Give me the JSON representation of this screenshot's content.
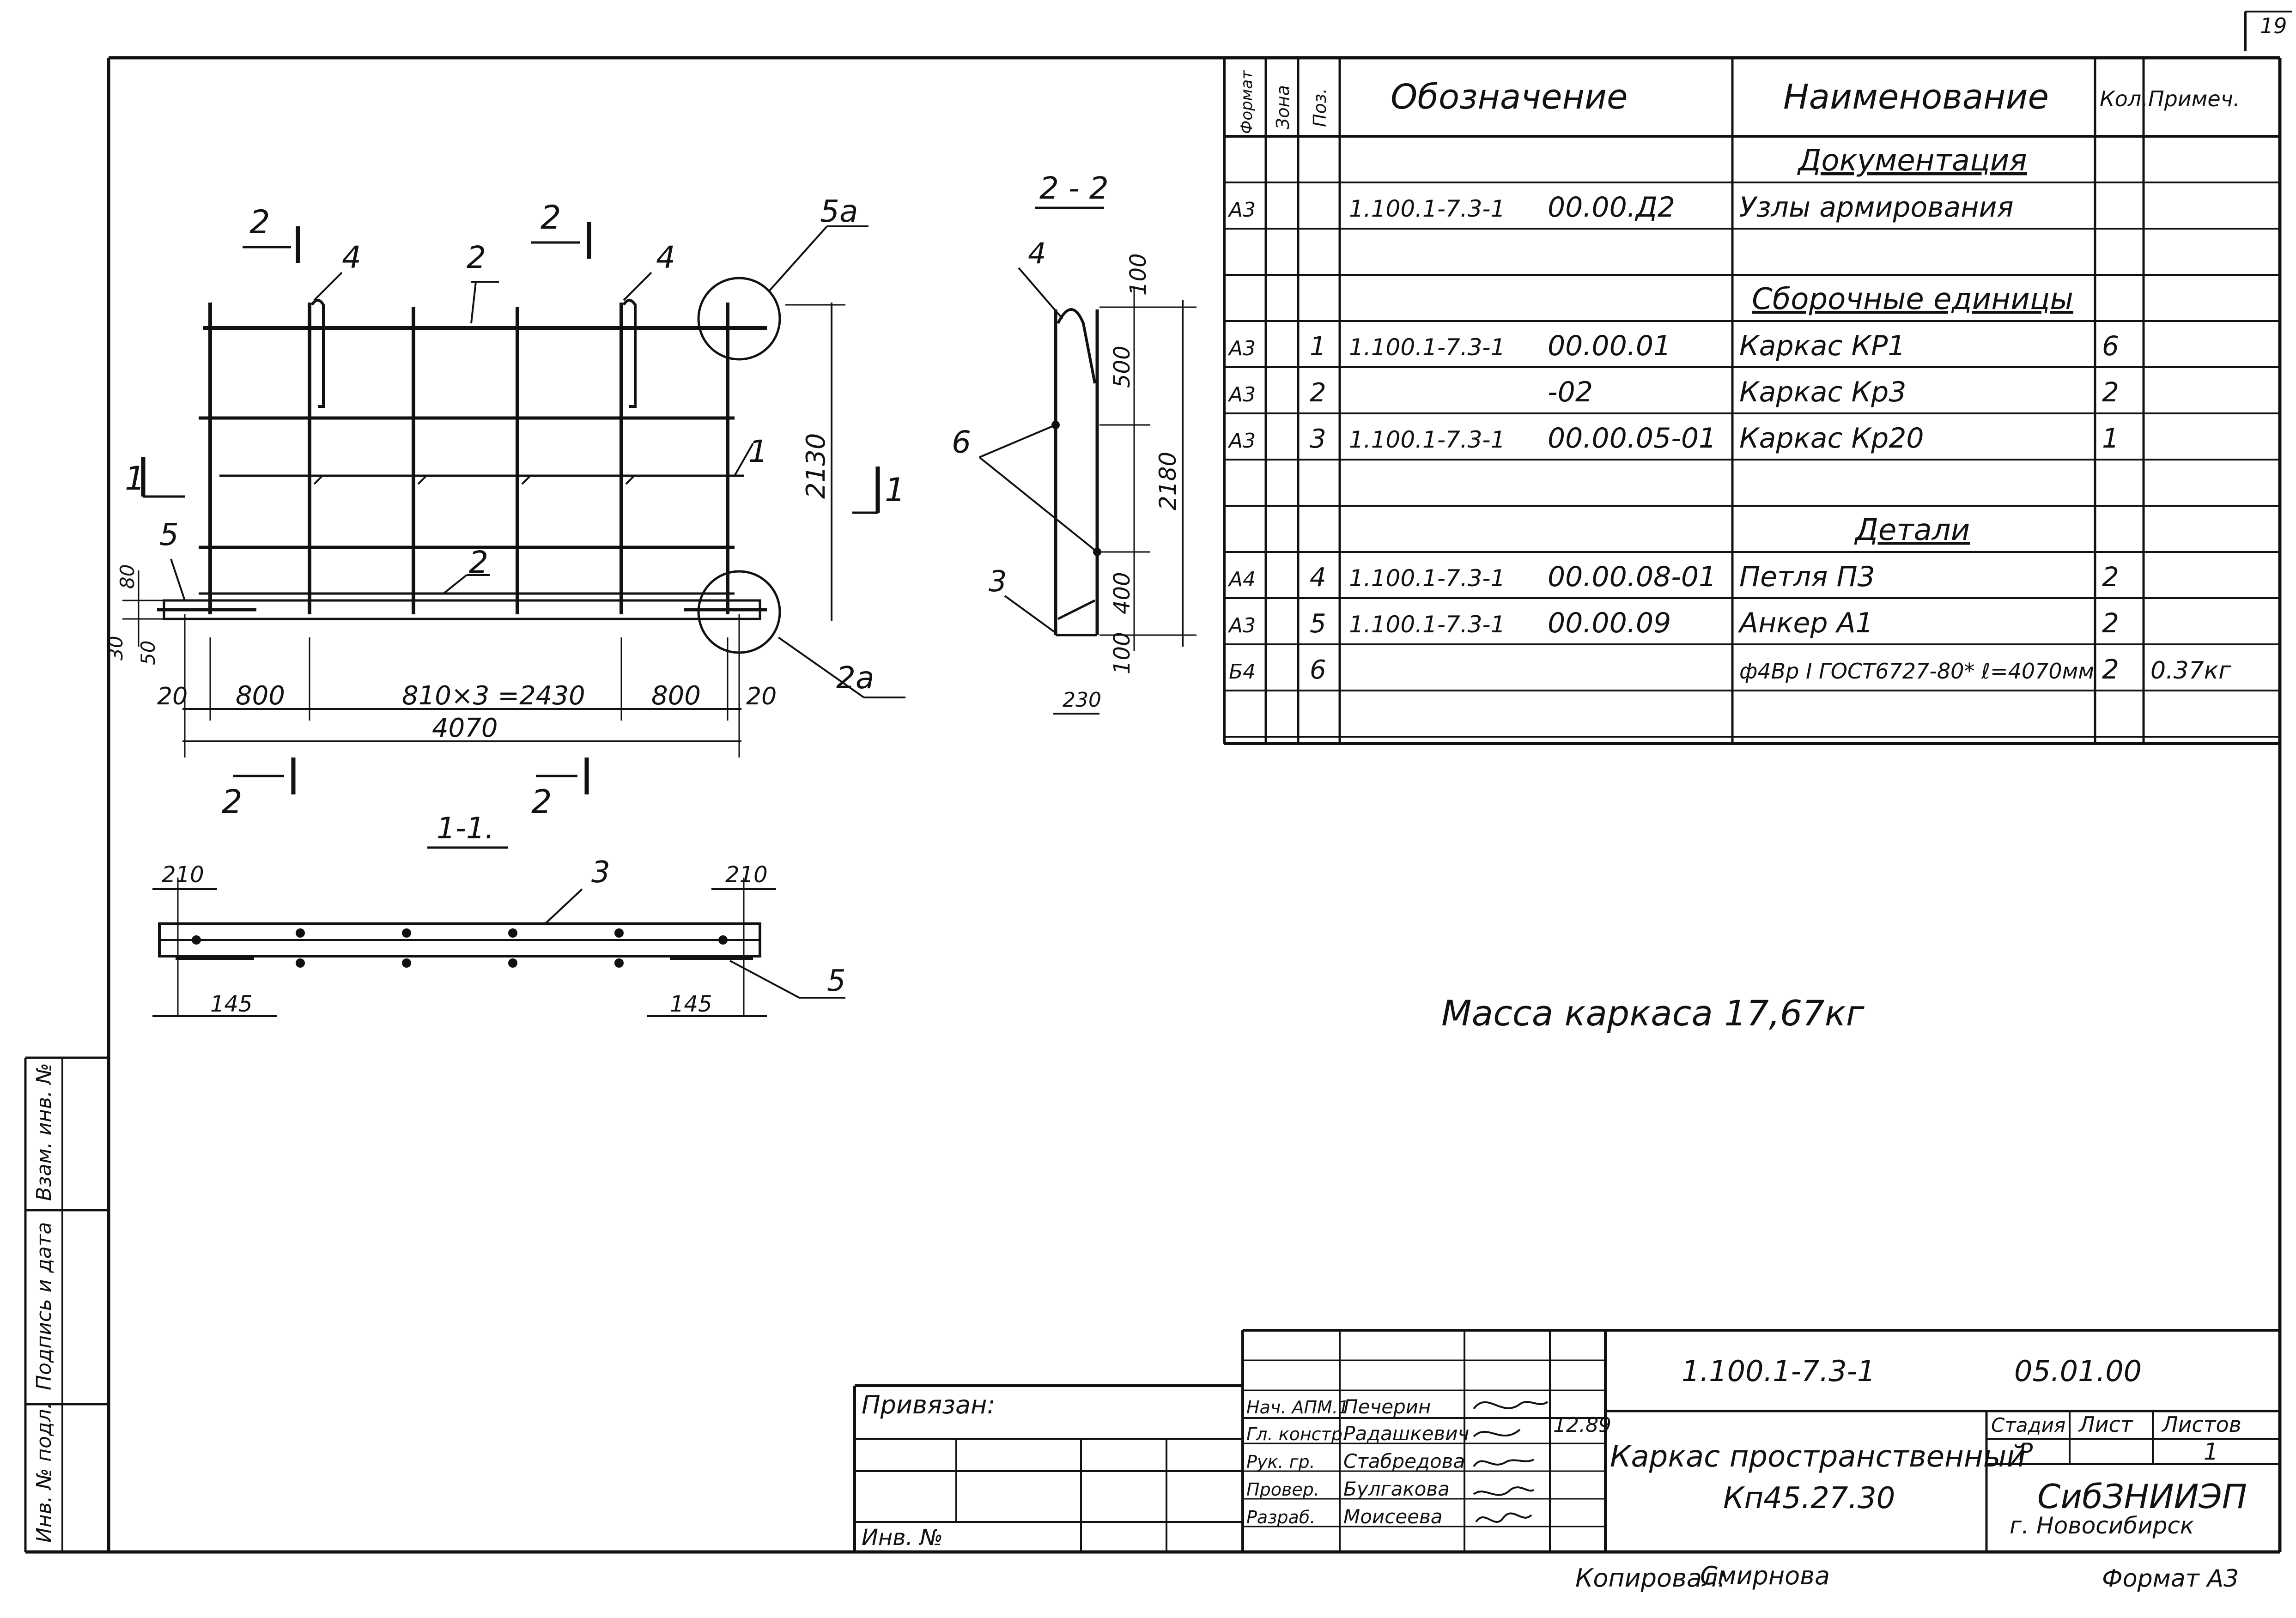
{
  "page_number": "19",
  "drawing": {
    "main_view": {
      "section_mark_2": "2",
      "section_mark_1": "1",
      "callouts": {
        "item4": "4",
        "item2": "2",
        "item1": "1",
        "item5": "5",
        "node5a": "5а",
        "node2a": "2а"
      },
      "dims": {
        "height_2130": "2130",
        "d20_left": "20",
        "d800_left": "800",
        "d810": "810×3 =2430",
        "d800_right": "800",
        "d20_right": "20",
        "d4070": "4070",
        "d80": "80",
        "d30": "30",
        "d50": "50"
      }
    },
    "section_22": {
      "title": "2 - 2",
      "callouts": {
        "item4": "4",
        "item6": "6",
        "item3": "3"
      },
      "dims": {
        "d100_top": "100",
        "d500": "500",
        "d2180": "2180",
        "d400": "400",
        "d100_bot": "100",
        "d230": "230"
      }
    },
    "section_11": {
      "title": "1-1.",
      "callouts": {
        "item3": "3",
        "item5": "5"
      },
      "dims": {
        "d210_left": "210",
        "d210_right": "210",
        "d145_left": "145",
        "d145_right": "145"
      }
    },
    "mass_note": "Масса каркаса 17,67кг"
  },
  "spec_table": {
    "headers": {
      "format": "Формат",
      "zone": "Зона",
      "pos": "Поз.",
      "designation": "Обозначение",
      "name": "Наименование",
      "qty": "Кол.",
      "note": "Примеч."
    },
    "rows": [
      {
        "format": "",
        "pos": "",
        "designation": "",
        "code": "",
        "name": "Документация",
        "qty": "",
        "note": "",
        "section": true
      },
      {
        "format": "А3",
        "pos": "",
        "designation": "1.100.1-7.3-1",
        "code": "00.00.Д2",
        "name": "Узлы армирования",
        "qty": "",
        "note": ""
      },
      {
        "format": "",
        "pos": "",
        "designation": "",
        "code": "",
        "name": "",
        "qty": "",
        "note": ""
      },
      {
        "format": "",
        "pos": "",
        "designation": "",
        "code": "",
        "name": "Сборочные единицы",
        "qty": "",
        "note": "",
        "section": true
      },
      {
        "format": "А3",
        "pos": "1",
        "designation": "1.100.1-7.3-1",
        "code": "00.00.01",
        "name": "Каркас КР1",
        "qty": "6",
        "note": ""
      },
      {
        "format": "А3",
        "pos": "2",
        "designation": "",
        "code": "-02",
        "name": "Каркас Кр3",
        "qty": "2",
        "note": ""
      },
      {
        "format": "А3",
        "pos": "3",
        "designation": "1.100.1-7.3-1",
        "code": "00.00.05-01",
        "name": "Каркас Кр20",
        "qty": "1",
        "note": ""
      },
      {
        "format": "",
        "pos": "",
        "designation": "",
        "code": "",
        "name": "",
        "qty": "",
        "note": ""
      },
      {
        "format": "",
        "pos": "",
        "designation": "",
        "code": "",
        "name": "Детали",
        "qty": "",
        "note": "",
        "section": true
      },
      {
        "format": "А4",
        "pos": "4",
        "designation": "1.100.1-7.3-1",
        "code": "00.00.08-01",
        "name": "Петля П3",
        "qty": "2",
        "note": ""
      },
      {
        "format": "А3",
        "pos": "5",
        "designation": "1.100.1-7.3-1",
        "code": "00.00.09",
        "name": "Анкер А1",
        "qty": "2",
        "note": ""
      },
      {
        "format": "Б4",
        "pos": "6",
        "designation": "",
        "code": "",
        "name": "ф4Вр I ГОСТ6727-80* ℓ=4070мм",
        "qty": "2",
        "note": "0.37кг"
      },
      {
        "format": "",
        "pos": "",
        "designation": "",
        "code": "",
        "name": "",
        "qty": "",
        "note": ""
      }
    ]
  },
  "side_stamp": [
    "Инв. № подл.",
    "Подпись и дата",
    "Взам. инв. №"
  ],
  "bound_block": {
    "label": "Привязан:",
    "inv": "Инв. №"
  },
  "title_block": {
    "designation": "1.100.1-7.3-1",
    "code": "05.01.00",
    "title_line1": "Каркас пространственный",
    "title_line2": "Кп45.27.30",
    "stage_label": "Стадия",
    "sheet_label": "Лист",
    "sheets_label": "Листов",
    "stage": "Р",
    "sheets": "1",
    "org": "СибЗНИИЭП",
    "city": "г. Новосибирск",
    "date": "12.89",
    "roles": [
      {
        "role": "Нач. АПМ.1",
        "name": "Печерин"
      },
      {
        "role": "Гл. констр.",
        "name": "Радашкевич"
      },
      {
        "role": "Рук. гр.",
        "name": "Стабредова"
      },
      {
        "role": "Провер.",
        "name": "Булгакова"
      },
      {
        "role": "Разраб.",
        "name": "Моисеева"
      }
    ]
  },
  "copied_by": "Копировал:",
  "copier_signature": "Смирнова",
  "format": "Формат А3"
}
